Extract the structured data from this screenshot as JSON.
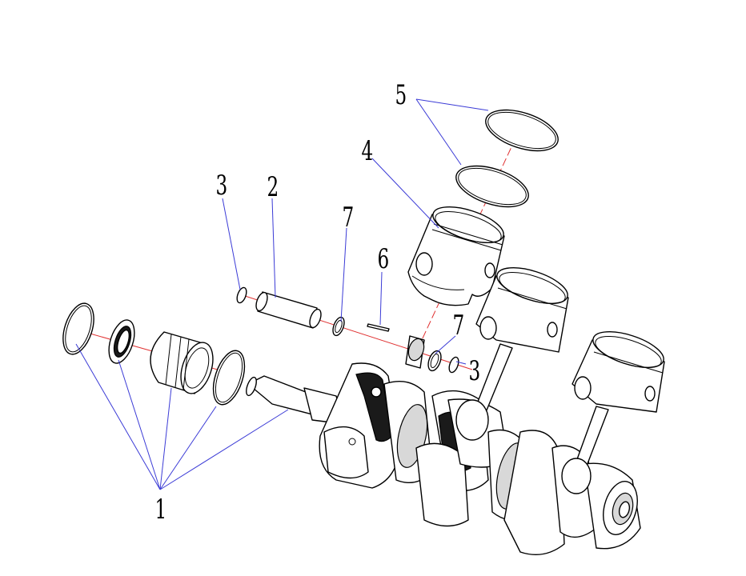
{
  "diagram": {
    "callouts": {
      "c1": "1",
      "c2": "2",
      "c3a": "3",
      "c3b": "3",
      "c4": "4",
      "c5": "5",
      "c6": "6",
      "c7a": "7",
      "c7b": "7"
    },
    "colors": {
      "leader": "#3b3bd6",
      "axis": "#e03030",
      "linework": "#000000",
      "background": "#ffffff"
    }
  }
}
